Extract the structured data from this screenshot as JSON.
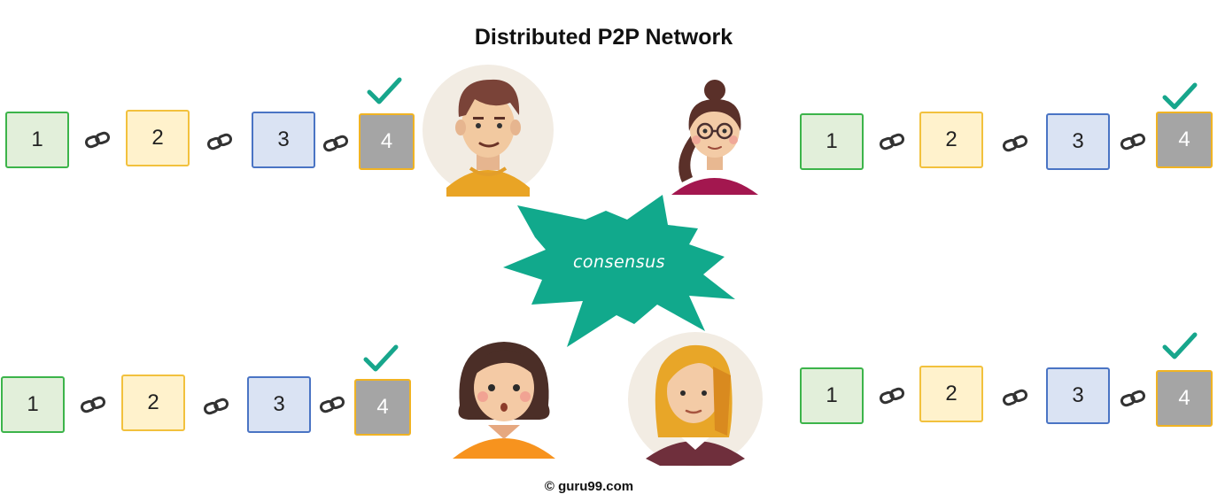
{
  "title": "Distributed P2P Network",
  "footer": "© guru99.com",
  "consensus_label": "consensus",
  "block_labels": [
    "1",
    "2",
    "3",
    "4"
  ],
  "colors": {
    "block1_fill": "#e2efda",
    "block1_border": "#3cb44a",
    "block2_fill": "#fff2cc",
    "block2_border": "#f2c13d",
    "block3_fill": "#dae3f3",
    "block3_border": "#4a74c4",
    "block4_fill": "#a5a5a5",
    "block4_border": "#f0b323",
    "check": "#17a68c",
    "burst": "#11a98c"
  },
  "icons": [
    "chain-link-icon",
    "checkmark-icon",
    "person-avatar",
    "starburst"
  ]
}
